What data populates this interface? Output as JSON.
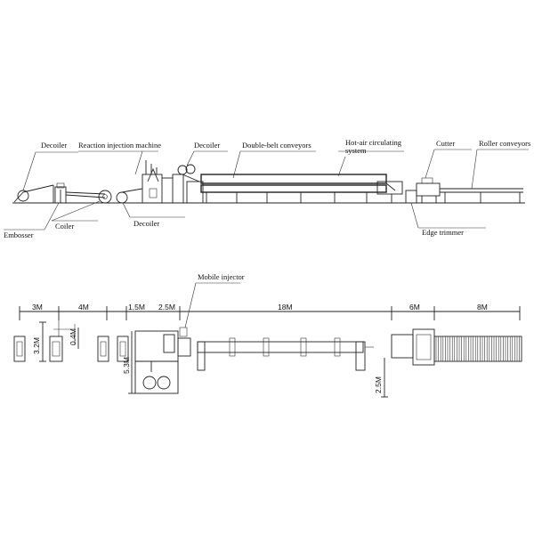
{
  "elevation": {
    "labels": {
      "decoiler_1": "Decoiler",
      "reaction_injection": "Reaction injection machine",
      "decoiler_2": "Decoiler",
      "double_belt": "Double-belt conveyors",
      "hot_air_line1": "Hot-air circulating",
      "hot_air_line2": "system",
      "cutter": "Cutter",
      "roller_conveyors": "Roller conveyors",
      "embosser": "Embosser",
      "coiler": "Coiler",
      "decoiler_3": "Decoiler",
      "edge_trimmer": "Edge trimmer"
    }
  },
  "plan": {
    "labels": {
      "mobile_injector": "Mobile injector"
    },
    "dimensions": {
      "d_3m": "3M",
      "d_4m": "4M",
      "d_1_5m": "1.5M",
      "d_2_5m_top": "2.5M",
      "d_18m": "18M",
      "d_6m": "6M",
      "d_8m": "8M",
      "d_3_2m": "3.2M",
      "d_0_4m": "0.4M",
      "d_5_3m": "5.3M",
      "d_2_5m_side": "2.5M"
    }
  }
}
